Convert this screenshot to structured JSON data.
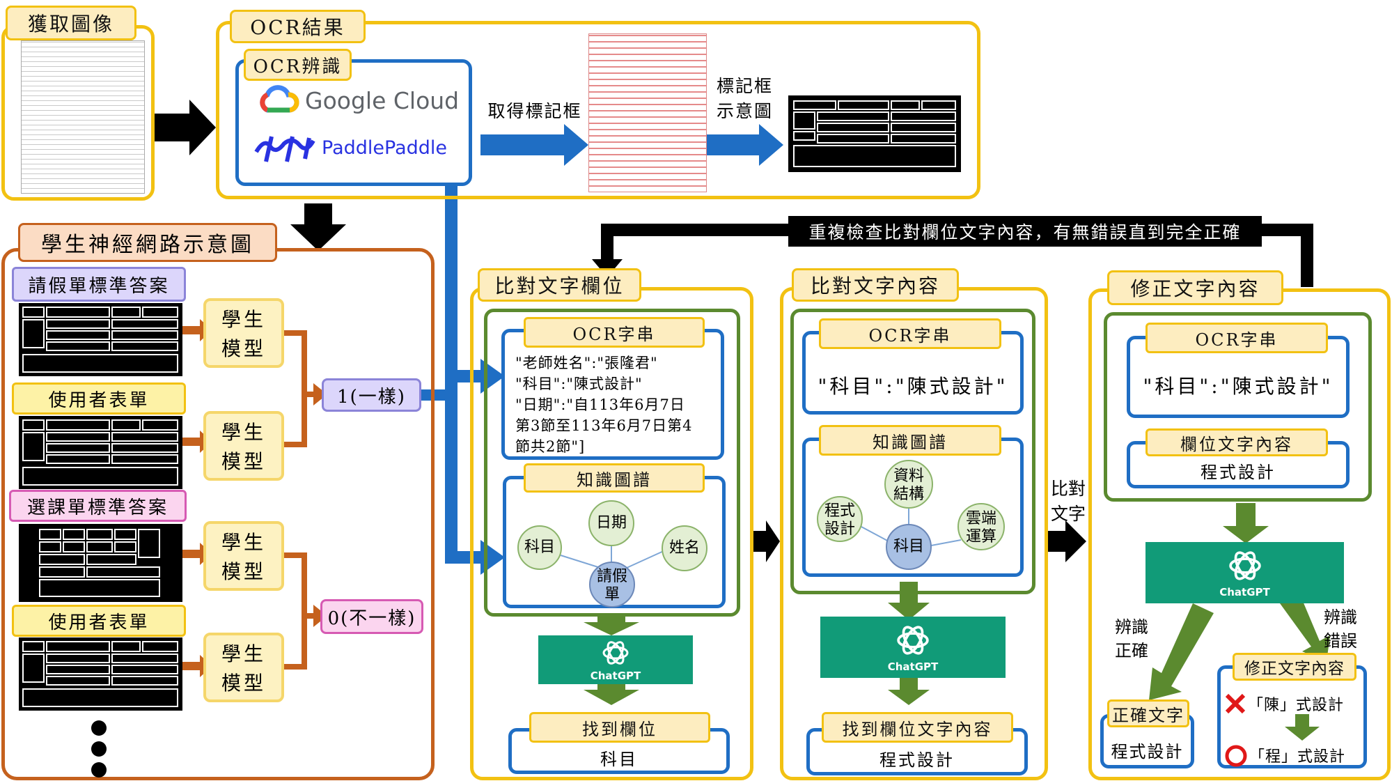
{
  "acquire": {
    "title": "獲取圖像"
  },
  "ocr_result": {
    "title": "OCR結果",
    "engine_title": "OCR辨識",
    "google": "Google Cloud",
    "paddle": "PaddlePaddle",
    "get_boxes": "取得標記框",
    "box_diagram": [
      "標記框",
      "示意圖"
    ]
  },
  "student_net": {
    "title": "學生神經網路示意圖",
    "leave_standard": "請假單標準答案",
    "user_form_1": "使用者表單",
    "course_standard": "選課單標準答案",
    "user_form_2": "使用者表單",
    "model_label": [
      "學生",
      "模型"
    ],
    "same": "1(一樣)",
    "different": "0(不一樣)"
  },
  "feedback_label": "重複檢查比對欄位文字內容，有無錯誤直到完全正確",
  "compare_field": {
    "title": "比對文字欄位",
    "ocr_title": "OCR字串",
    "ocr_lines": [
      "\"老師姓名\":\"張隆君\"",
      "\"科目\":\"陳式設計\"",
      "\"日期\":\"自113年6月7日",
      "第3節至113年6月7日第4",
      "節共2節\"]"
    ],
    "kg_title": "知識圖譜",
    "nodes": {
      "center": [
        "請假",
        "單"
      ],
      "left": [
        "科目"
      ],
      "top": [
        "日期"
      ],
      "right": [
        "姓名"
      ]
    },
    "gpt": "ChatGPT",
    "result_title": "找到欄位",
    "result_value": "科目"
  },
  "compare_content": {
    "title": "比對文字內容",
    "ocr_title": "OCR字串",
    "ocr_value": "\"科目\":\"陳式設計\"",
    "kg_title": "知識圖譜",
    "nodes": {
      "center": [
        "科目"
      ],
      "left": [
        "程式",
        "設計"
      ],
      "top": [
        "資料",
        "結構"
      ],
      "right": [
        "雲端",
        "運算"
      ]
    },
    "gpt": "ChatGPT",
    "result_title": "找到欄位文字內容",
    "result_value": "程式設計"
  },
  "compare_text_label": [
    "比對",
    "文字"
  ],
  "correct_content": {
    "title": "修正文字內容",
    "ocr_title": "OCR字串",
    "ocr_value": "\"科目\":\"陳式設計\"",
    "field_title": "欄位文字內容",
    "field_value": "程式設計",
    "gpt": "ChatGPT",
    "correct_label": [
      "辨識",
      "正確"
    ],
    "error_label": [
      "辨識",
      "錯誤"
    ],
    "correct_title": "正確文字",
    "correct_value": "程式設計",
    "fix_title": "修正文字內容",
    "wrong_text": "「陳」式設計",
    "right_text": "「程」式設計"
  }
}
